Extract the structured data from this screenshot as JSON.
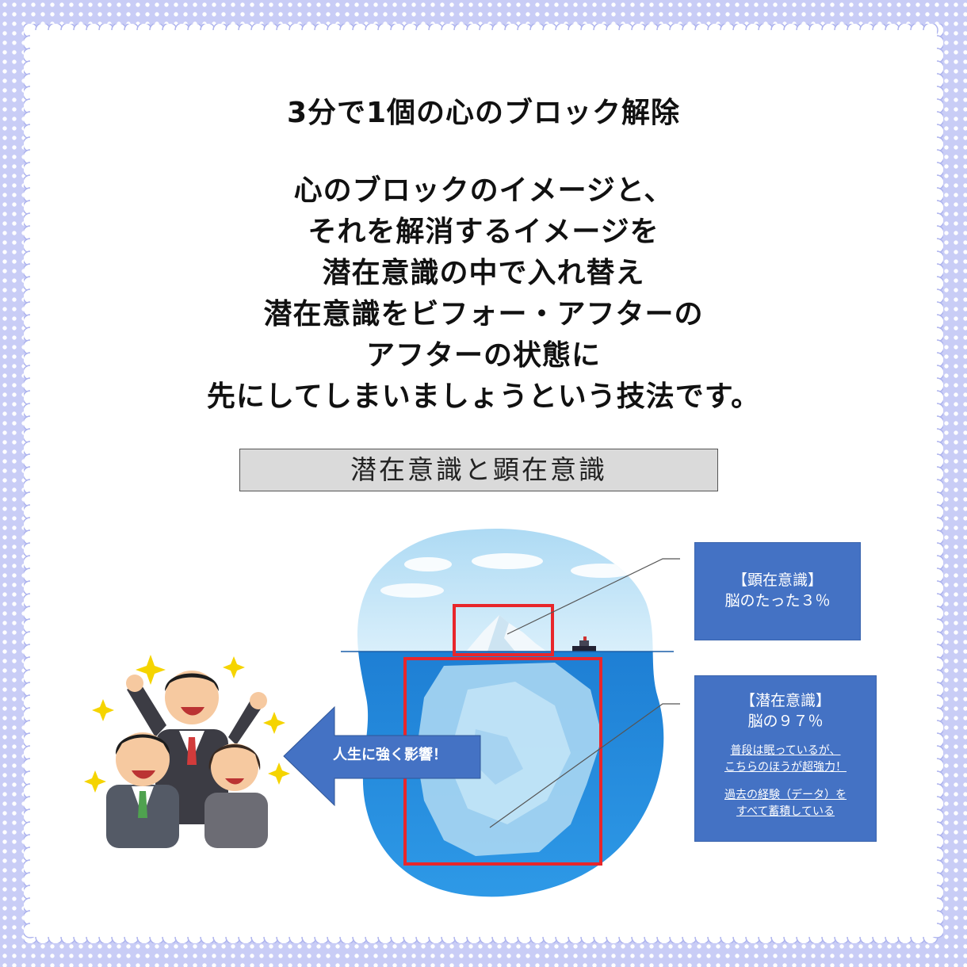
{
  "title": "3分で1個の心のブロック解除",
  "description_lines": [
    "心のブロックのイメージと、",
    "それを解消するイメージを",
    "潜在意識の中で入れ替え",
    "潜在意識をビフォー・アフターの",
    "アフターの状態に",
    "先にしてしまいましょうという技法です。"
  ],
  "banner": "潜在意識と顕在意識",
  "conscious": {
    "heading": "【顕在意識】",
    "value": "脳のたった３％"
  },
  "subconscious": {
    "heading": "【潜在意識】",
    "value": "脳の９７％",
    "notes": [
      "普段は眠っているが、",
      "こちらのほうが超強力！",
      "過去の経験（データ）を",
      "すべて蓄積している"
    ]
  },
  "arrow_label": "人生に強く影響！",
  "colors": {
    "frame": "#c9cdf6",
    "box_blue": "#4472c4",
    "highlight_red": "#e8262b",
    "sea": "#1e7fd4"
  }
}
